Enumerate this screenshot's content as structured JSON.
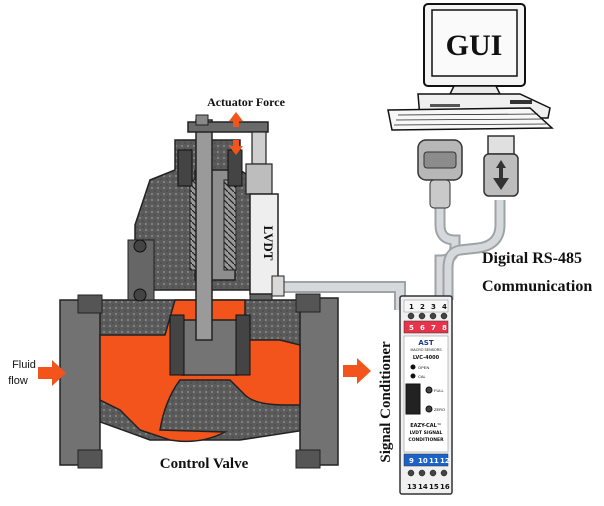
{
  "labels": {
    "gui": "GUI",
    "actuator_force": "Actuator Force",
    "lvdt": "LVDT",
    "digital_comm_line1": "Digital RS-485",
    "digital_comm_line2": "Communication",
    "signal_conditioner": "Signal Conditioner",
    "fluid_flow_line1": "Fluid",
    "fluid_flow_line2": "flow",
    "control_valve": "Control Valve"
  },
  "conditioner": {
    "top_terminals": [
      "1",
      "2",
      "3",
      "4"
    ],
    "red_terminals": [
      "5",
      "6",
      "7",
      "8"
    ],
    "bottom_terminals_row1": [
      "9",
      "10",
      "11",
      "12"
    ],
    "bottom_terminals_row2": [
      "13",
      "14",
      "15",
      "16"
    ],
    "brand": "AST",
    "brand_sub": "MACRO SENSORS",
    "model": "LVC-4000",
    "led_open": "OPEN",
    "led_cal": "CAL",
    "button_full": "FULL",
    "button_zero": "ZERO",
    "product_line1": "EAZY-CAL™",
    "product_line2": "LVDT SIGNAL",
    "product_line3": "CONDITIONER"
  },
  "colors": {
    "valve_body": "#6e6e6e",
    "fluid": "#f2541b",
    "cable": "#c8cccf",
    "terminal_red": "#e8334a",
    "terminal_blue": "#1b62c9",
    "arrow": "#f2541b"
  }
}
